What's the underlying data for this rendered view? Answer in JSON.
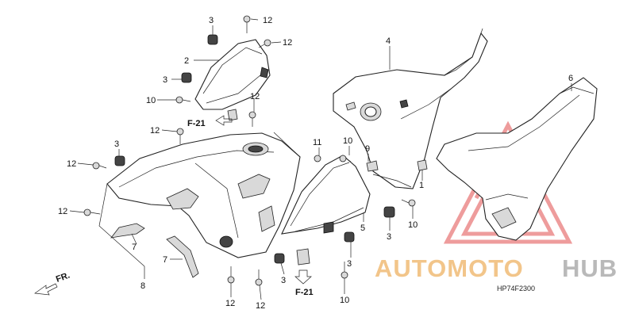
{
  "diagram": {
    "diagram_code": "HP74F2300",
    "front_label": "FR.",
    "ref_labels": [
      "F-21",
      "F-21"
    ]
  },
  "callouts": [
    "1",
    "2",
    "3",
    "4",
    "5",
    "6",
    "7",
    "8",
    "9",
    "10",
    "11",
    "12"
  ],
  "watermark": {
    "text_primary": "AUTOMOTO",
    "text_secondary": "HUB",
    "primary_color": "#f2c58a",
    "secondary_color": "#b9b9b9",
    "logo_color": "#e04a4a"
  },
  "colors": {
    "line": "#222222",
    "background": "#ffffff"
  }
}
